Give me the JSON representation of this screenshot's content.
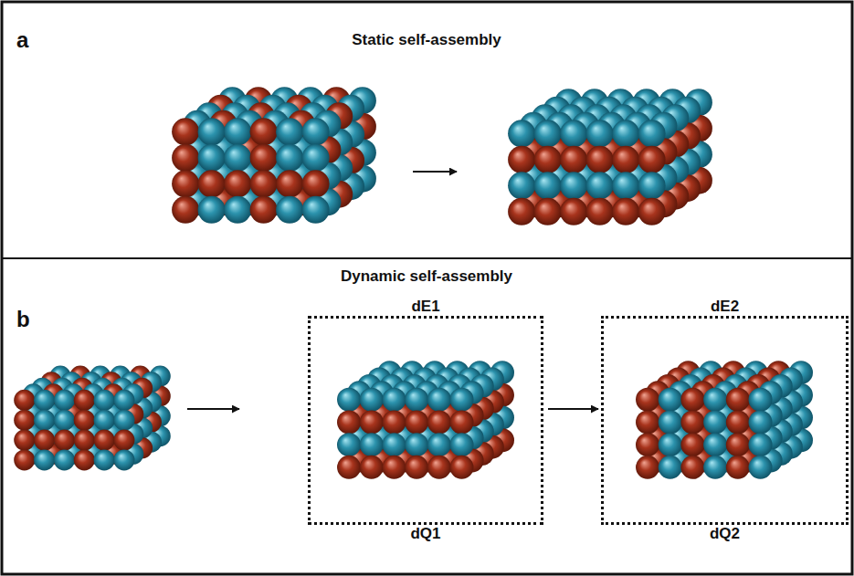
{
  "diagram": {
    "nodes": [
      {
        "text": [
          "dE1",
          "dQ1"
        ]
      },
      {
        "text": [
          "dE2",
          "dQ2"
        ]
      }
    ],
    "edges": [
      {
        "from": 0,
        "to": 1,
        "arrow": "to"
      }
    ],
    "labels": [
      "a",
      "Static self-assembly",
      "Dynamic self-assembly",
      "b"
    ]
  }
}
